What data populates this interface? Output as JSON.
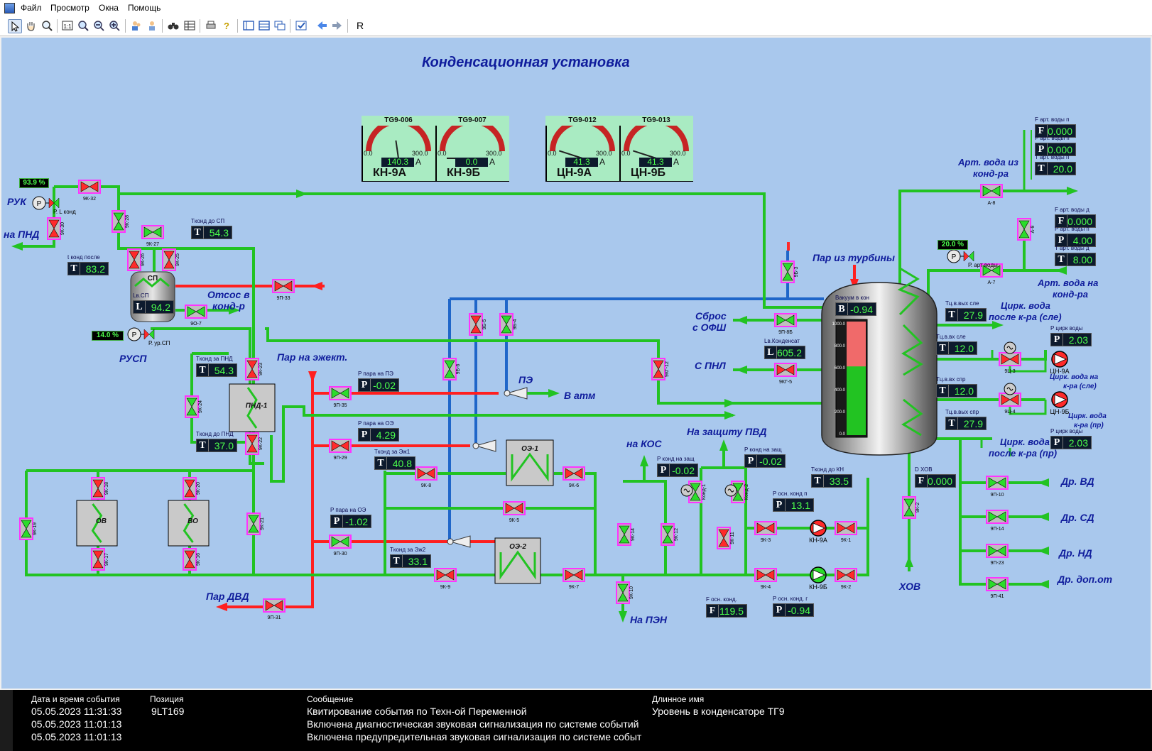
{
  "menu": {
    "items": [
      "Файл",
      "Просмотр",
      "Окна",
      "Помощь"
    ]
  },
  "toolbar": {
    "last_label": "R"
  },
  "title": "Конденсационная установка",
  "gauges": [
    {
      "tag": "TG9-006",
      "value": "140.3",
      "min": "0.0",
      "max": "300.0",
      "unit": "A",
      "name": "КН-9А",
      "level": 0.468
    },
    {
      "tag": "TG9-007",
      "value": "0.0",
      "min": "0.0",
      "max": "300.0",
      "unit": "A",
      "name": "КН-9Б",
      "level": 0.0
    },
    {
      "tag": "TG9-012",
      "value": "41.3",
      "min": "0.0",
      "max": "300.0",
      "unit": "A",
      "name": "ЦН-9А",
      "level": 0.138
    },
    {
      "tag": "TG9-013",
      "value": "41.3",
      "min": "0.0",
      "max": "300.0",
      "unit": "A",
      "name": "ЦН-9Б",
      "level": 0.138
    }
  ],
  "displays": [
    {
      "id": "d1",
      "caption": "Tконд до СП",
      "letter": "T",
      "value": "54.3"
    },
    {
      "id": "d2",
      "caption": "t конд после",
      "letter": "T",
      "value": "83.2"
    },
    {
      "id": "d3",
      "caption": "Lв.СП",
      "letter": "L",
      "value": "94.2"
    },
    {
      "id": "d4",
      "caption": "Tконд за ПНД",
      "letter": "T",
      "value": "54.3"
    },
    {
      "id": "d5",
      "caption": "Tконд до ПНД",
      "letter": "T",
      "value": "37.0"
    },
    {
      "id": "d6",
      "caption": "P пара на ПЭ",
      "letter": "P",
      "value": "-0.02"
    },
    {
      "id": "d7",
      "caption": "P пара на ОЭ",
      "letter": "P",
      "value": "4.29"
    },
    {
      "id": "d8",
      "caption": "Tконд за Эж1",
      "letter": "T",
      "value": "40.8"
    },
    {
      "id": "d9",
      "caption": "P пара на ОЭ",
      "letter": "P",
      "value": "-1.02"
    },
    {
      "id": "d10",
      "caption": "Tконд за Эж2",
      "letter": "T",
      "value": "33.1"
    },
    {
      "id": "d11",
      "caption": "Вакуум в кон",
      "letter": "B",
      "value": "-0.94"
    },
    {
      "id": "d12",
      "caption": "Lв.Конденсат",
      "letter": "L",
      "value": "605.2"
    },
    {
      "id": "d13",
      "caption": "P конд на защ",
      "letter": "P",
      "value": "-0.02"
    },
    {
      "id": "d14",
      "caption": "P конд на защ",
      "letter": "P",
      "value": "-0.02"
    },
    {
      "id": "d15",
      "caption": "Tконд до КН",
      "letter": "T",
      "value": "33.5"
    },
    {
      "id": "d16",
      "caption": "P осн. конд п",
      "letter": "P",
      "value": "13.1"
    },
    {
      "id": "d17",
      "caption": "F осн. конд.",
      "letter": "F",
      "value": "119.5"
    },
    {
      "id": "d18",
      "caption": "P осн. конд. г",
      "letter": "P",
      "value": "-0.94"
    },
    {
      "id": "d19",
      "caption": "D ХОВ",
      "letter": "F",
      "value": "0.000"
    },
    {
      "id": "d20",
      "caption": "F арт. воды п",
      "letter": "F",
      "value": "0.000"
    },
    {
      "id": "d21",
      "caption": "P арт. воды п",
      "letter": "P",
      "value": "0.000"
    },
    {
      "id": "d22",
      "caption": "T арт. воды п",
      "letter": "T",
      "value": "20.0"
    },
    {
      "id": "d23",
      "caption": "F арт. воды д",
      "letter": "F",
      "value": "0.000"
    },
    {
      "id": "d24",
      "caption": "P арт. воды п",
      "letter": "P",
      "value": "4.00"
    },
    {
      "id": "d25",
      "caption": "T арт. воды д",
      "letter": "T",
      "value": "8.00"
    },
    {
      "id": "d26",
      "caption": "Tц.в.вых сле",
      "letter": "T",
      "value": "27.9"
    },
    {
      "id": "d27",
      "caption": "Tц.в.вх сле",
      "letter": "T",
      "value": "12.0"
    },
    {
      "id": "d28",
      "caption": "Tц.в.вх спр",
      "letter": "T",
      "value": "12.0"
    },
    {
      "id": "d29",
      "caption": "Tц.в.вых спр",
      "letter": "T",
      "value": "27.9"
    },
    {
      "id": "d30",
      "caption": "P цирк воды",
      "letter": "P",
      "value": "2.03"
    },
    {
      "id": "d31",
      "caption": "P цирк воды",
      "letter": "P",
      "value": "2.03"
    }
  ],
  "percent_boxes": [
    {
      "id": "p1",
      "value": "93.9 %"
    },
    {
      "id": "p2",
      "value": "14.0 %"
    },
    {
      "id": "p3",
      "value": "20.0 %"
    }
  ],
  "labels": [
    {
      "id": "l1",
      "text": "РУК"
    },
    {
      "id": "l2",
      "text": "на ПНД"
    },
    {
      "id": "l3",
      "text": "РУСП"
    },
    {
      "id": "l4",
      "text": "Отсос в"
    },
    {
      "id": "l5",
      "text": "конд-р"
    },
    {
      "id": "l6",
      "text": "Пар на эжект."
    },
    {
      "id": "l7",
      "text": "ПЭ"
    },
    {
      "id": "l8",
      "text": "В атм"
    },
    {
      "id": "l9",
      "text": "Пар  ДВД"
    },
    {
      "id": "l10",
      "text": "На ПЭН"
    },
    {
      "id": "l11",
      "text": "на КОС"
    },
    {
      "id": "l12",
      "text": "На защиту ПВД"
    },
    {
      "id": "l13",
      "text": "Сброс"
    },
    {
      "id": "l14",
      "text": "с ОФШ"
    },
    {
      "id": "l15",
      "text": "С ПНЛ"
    },
    {
      "id": "l16",
      "text": "Пар из турбины"
    },
    {
      "id": "l17",
      "text": "ХОВ"
    },
    {
      "id": "l18",
      "text": "Арт. вода из"
    },
    {
      "id": "l19",
      "text": "конд-ра"
    },
    {
      "id": "l20",
      "text": "Арт. вода на"
    },
    {
      "id": "l21",
      "text": "конд-ра"
    },
    {
      "id": "l22",
      "text": "Цирк. вода"
    },
    {
      "id": "l23",
      "text": "после к-ра (сле)"
    },
    {
      "id": "l24",
      "text": "Цирк. вода на"
    },
    {
      "id": "l25",
      "text": "к-ра (сле)"
    },
    {
      "id": "l26",
      "text": "Цирк. вода"
    },
    {
      "id": "l27",
      "text": "к-ра (пр)"
    },
    {
      "id": "l28",
      "text": "Цирк. вода"
    },
    {
      "id": "l29",
      "text": "после к-ра (пр)"
    },
    {
      "id": "l30",
      "text": "Др. ВД"
    },
    {
      "id": "l31",
      "text": "Др. СД"
    },
    {
      "id": "l32",
      "text": "Др. НД"
    },
    {
      "id": "l33",
      "text": "Др. доп.от"
    }
  ],
  "equipment": {
    "sp": "СП",
    "pnd": "ПНД-1",
    "ov": "ОВ",
    "vo": "ВО",
    "oe1": "ОЭ-1",
    "oe2": "ОЭ-2"
  },
  "valve_tags": [
    {
      "id": "v1",
      "text": "9К-32"
    },
    {
      "id": "v2",
      "text": "9К-28"
    },
    {
      "id": "v3",
      "text": "9К-30"
    },
    {
      "id": "v4",
      "text": "9К-27"
    },
    {
      "id": "v5",
      "text": "9К-26"
    },
    {
      "id": "v6",
      "text": "9К-25"
    },
    {
      "id": "v7",
      "text": "9П-33"
    },
    {
      "id": "v8",
      "text": "9О-7"
    },
    {
      "id": "v9",
      "text": "9К-23"
    },
    {
      "id": "v10",
      "text": "9К-24"
    },
    {
      "id": "v11",
      "text": "9К-22"
    },
    {
      "id": "v12",
      "text": "9К-18"
    },
    {
      "id": "v13",
      "text": "9К-20"
    },
    {
      "id": "v14",
      "text": "9К-19"
    },
    {
      "id": "v15",
      "text": "9К-17"
    },
    {
      "id": "v16",
      "text": "9К-16"
    },
    {
      "id": "v17",
      "text": "9К-21"
    },
    {
      "id": "v18",
      "text": "9П-35"
    },
    {
      "id": "v19",
      "text": "9П-29"
    },
    {
      "id": "v20",
      "text": "9П-30"
    },
    {
      "id": "v21",
      "text": "9П-31"
    },
    {
      "id": "v22",
      "text": "9Б-6"
    },
    {
      "id": "v23",
      "text": "9Б-5"
    },
    {
      "id": "v24",
      "text": "9Б-4"
    },
    {
      "id": "v25",
      "text": "9К-8"
    },
    {
      "id": "v26",
      "text": "9К-6"
    },
    {
      "id": "v27",
      "text": "9К-5"
    },
    {
      "id": "v28",
      "text": "9К-9"
    },
    {
      "id": "v29",
      "text": "9К-7"
    },
    {
      "id": "v30",
      "text": "9К-10"
    },
    {
      "id": "v31",
      "text": "9КГ-12"
    },
    {
      "id": "v32",
      "text": "9Б-3"
    },
    {
      "id": "v33",
      "text": "9П-8Б"
    },
    {
      "id": "v34",
      "text": "9КГ-5"
    },
    {
      "id": "v35",
      "text": "9К-14"
    },
    {
      "id": "v36",
      "text": "9К-12"
    },
    {
      "id": "v37",
      "text": "Конд-1"
    },
    {
      "id": "v38",
      "text": "Конд-2"
    },
    {
      "id": "v39",
      "text": "9К-11"
    },
    {
      "id": "v40",
      "text": "9К-3"
    },
    {
      "id": "v41",
      "text": "9К-1"
    },
    {
      "id": "v42",
      "text": "9К-4"
    },
    {
      "id": "v43",
      "text": "9К-2"
    },
    {
      "id": "v44",
      "text": "9К-2"
    },
    {
      "id": "v45",
      "text": "А-8"
    },
    {
      "id": "v46",
      "text": "А-9"
    },
    {
      "id": "v47",
      "text": "А-7"
    },
    {
      "id": "v48",
      "text": "9Ц-3"
    },
    {
      "id": "v49",
      "text": "9Ц-4"
    },
    {
      "id": "v50",
      "text": "9П-10"
    },
    {
      "id": "v51",
      "text": "9П-14"
    },
    {
      "id": "v52",
      "text": "9П-23"
    },
    {
      "id": "v53",
      "text": "9П-41"
    }
  ],
  "pump_tags": [
    {
      "id": "pp1",
      "text": "КН-9А"
    },
    {
      "id": "pp2",
      "text": "КН-9Б"
    },
    {
      "id": "pp3",
      "text": "ЦН-9А"
    },
    {
      "id": "pp4",
      "text": "ЦН-9Б"
    }
  ],
  "reg_tags": [
    {
      "id": "r1",
      "text": "Р. L конд"
    },
    {
      "id": "r2",
      "text": "Р. ур.СП"
    },
    {
      "id": "r3",
      "text": "Р. арт воды"
    }
  ],
  "condenser_scale": [
    "1000.0",
    "800.0",
    "600.0",
    "400.0",
    "200.0",
    "0.0"
  ],
  "condenser_level": 0.605,
  "events": {
    "headers": [
      "Дата и время события",
      "Позиция",
      "Сообщение",
      "Длинное имя"
    ],
    "rows": [
      [
        "05.05.2023 11:31:33",
        "9LT169",
        "Квитирование события по Техн-ой Переменной",
        "Уровень в конденсаторе ТГ9"
      ],
      [
        "05.05.2023 11:01:13",
        "",
        "Включена диагностическая звуковая сигнализация по системе событий",
        ""
      ],
      [
        "05.05.2023 11:01:13",
        "",
        "Включена предупредительная звуковая сигнализация по системе событ",
        ""
      ]
    ]
  },
  "colors": {
    "pipe_green": "#22c322",
    "pipe_red": "#ff1f1f",
    "pipe_blue": "#1f66c9",
    "valve_frame": "#ff33ff",
    "background": "#a9c8ed"
  }
}
